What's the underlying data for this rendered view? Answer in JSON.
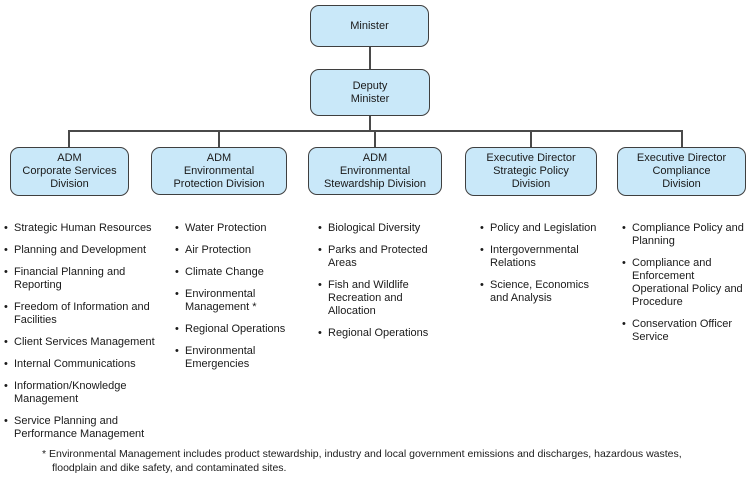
{
  "colors": {
    "box_fill": "#c9e8f9",
    "box_border": "#3f3f3f",
    "line": "#4a4a4a",
    "text": "#1a1a1a"
  },
  "chart": {
    "minister": "Minister",
    "deputy_minister": "Deputy\nMinister",
    "divisions": [
      {
        "title": "ADM\nCorporate Services\nDivision",
        "items": [
          "Strategic Human Resources",
          "Planning and Development",
          "Financial Planning and Reporting",
          "Freedom of Information and Facilities",
          "Client Services Management",
          "Internal Communications",
          "Information/Knowledge Management",
          "Service Planning and Performance Management"
        ]
      },
      {
        "title": "ADM\nEnvironmental\nProtection Division",
        "items": [
          "Water Protection",
          "Air Protection",
          "Climate Change",
          "Environmental Management *",
          "Regional Operations",
          "Environmental Emergencies"
        ]
      },
      {
        "title": "ADM\nEnvironmental\nStewardship Division",
        "items": [
          "Biological Diversity",
          "Parks and Protected Areas",
          "Fish and Wildlife Recreation and Allocation",
          "Regional Operations"
        ]
      },
      {
        "title": "Executive Director\nStrategic Policy\nDivision",
        "items": [
          "Policy and Legislation",
          "Intergovernmental Relations",
          "Science, Economics and Analysis"
        ]
      },
      {
        "title": "Executive Director\nCompliance\nDivision",
        "items": [
          "Compliance Policy and Planning",
          "Compliance and Enforcement Operational Policy and Procedure",
          "Conservation Officer Service"
        ]
      }
    ],
    "footnote": "* Environmental Management includes product stewardship, industry and local government emissions and discharges, hazardous wastes, floodplain and dike safety, and contaminated sites."
  }
}
